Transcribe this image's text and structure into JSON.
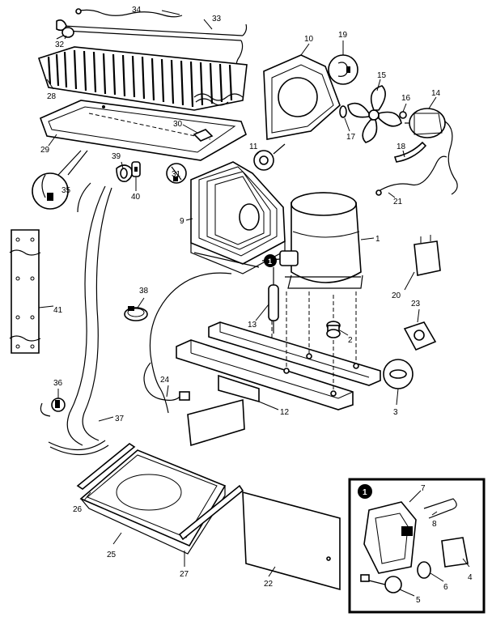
{
  "labels": {
    "l1": "1",
    "l2": "2",
    "l3": "3",
    "l4": "4",
    "l5": "5",
    "l6": "6",
    "l7": "7",
    "l8": "8",
    "l9": "9",
    "l10": "10",
    "l11": "11",
    "l12": "12",
    "l13": "13",
    "l14": "14",
    "l15": "15",
    "l16": "16",
    "l17": "17",
    "l18": "18",
    "l19": "19",
    "l20": "20",
    "l21": "21",
    "l22": "22",
    "l23": "23",
    "l24": "24",
    "l25": "25",
    "l26": "26",
    "l27": "27",
    "l28": "28",
    "l29": "29",
    "l30": "30",
    "l31": "31",
    "l32": "32",
    "l33": "33",
    "l34": "34",
    "l35": "35",
    "l36": "36",
    "l37": "37",
    "l38": "38",
    "l39": "39",
    "l40": "40",
    "l41": "41"
  },
  "callout": {
    "marker": "1",
    "inset_marker": "1"
  }
}
